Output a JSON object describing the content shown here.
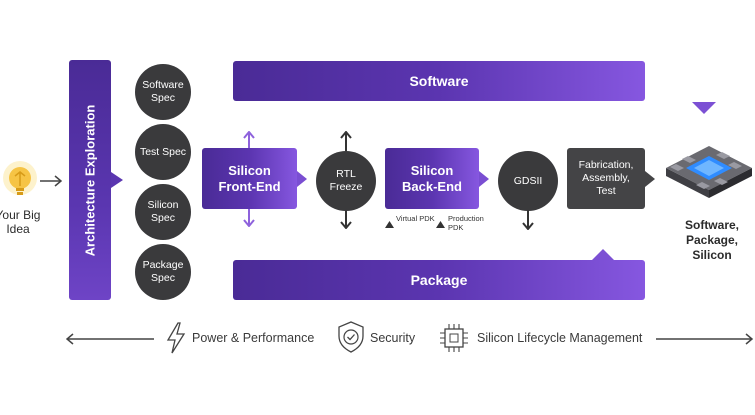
{
  "idea": {
    "label": "Your Big Idea"
  },
  "arch": {
    "label": "Architecture Exploration"
  },
  "specs": [
    "Software Spec",
    "Test Spec",
    "Silicon Spec",
    "Package Spec"
  ],
  "software_bar": {
    "label": "Software"
  },
  "package_bar": {
    "label": "Package"
  },
  "front_end": {
    "label": "Silicon Front-End"
  },
  "rtl": {
    "label": "RTL Freeze"
  },
  "back_end": {
    "label": "Silicon Back-End"
  },
  "pdk": {
    "virtual": "Virtual PDK",
    "production": "Production PDK"
  },
  "gdsii": {
    "label": "GDSII"
  },
  "fab": {
    "label": "Fabrication, Assembly, Test"
  },
  "output": {
    "label": "Software, Package, Silicon"
  },
  "bottom": {
    "power": "Power & Performance",
    "security": "Security",
    "lifecycle": "Silicon Lifecycle Management"
  },
  "colors": {
    "purple_dark": "#4a2b96",
    "purple_light": "#8657e0",
    "grey": "#3a3a3c",
    "bulb": "#f6c445"
  }
}
